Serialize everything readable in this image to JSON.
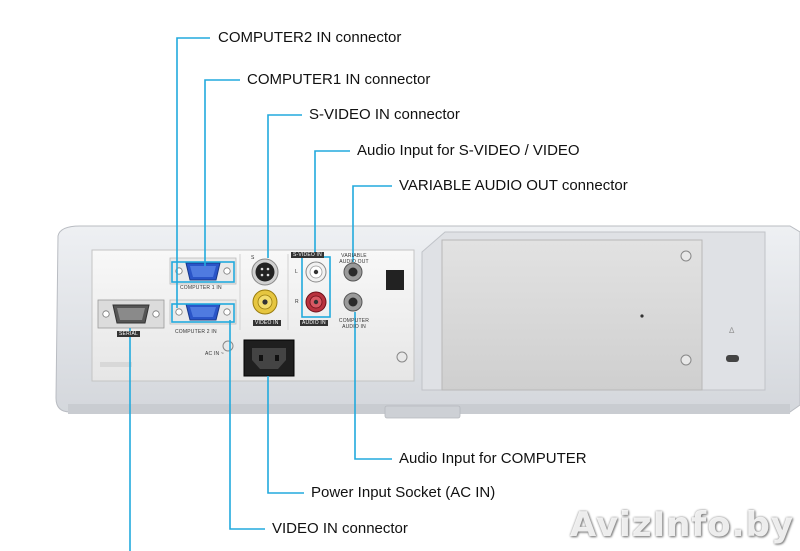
{
  "colors": {
    "leader_line": "#22aadd",
    "housing": "#e4e6ea",
    "panel": "#f4f4f4"
  },
  "callouts": {
    "computer2_in": "COMPUTER2 IN connector",
    "computer1_in": "COMPUTER1 IN connector",
    "svideo_in": "S-VIDEO IN connector",
    "audio_in_svideo_video": "Audio Input for S-VIDEO / VIDEO",
    "variable_audio_out": "VARIABLE AUDIO OUT connector",
    "audio_in_computer": "Audio Input for COMPUTER",
    "power_input": "Power Input Socket (AC IN)",
    "video_in": "VIDEO IN connector"
  },
  "panel_labels": {
    "computer1": "COMPUTER 1 IN",
    "computer2": "COMPUTER 2 IN",
    "serial": "SERIAL",
    "svideo_s": "S",
    "video_in": "VIDEO IN",
    "svideo_in": "S-VIDEO IN",
    "audio_in": "AUDIO IN",
    "audio_l": "L",
    "audio_r": "R",
    "variable_audio_out": "VARIABLE AUDIO OUT",
    "computer_audio_in": "COMPUTER AUDIO IN",
    "ac_in": "AC IN ~"
  },
  "watermark": "AvizInfo.by"
}
